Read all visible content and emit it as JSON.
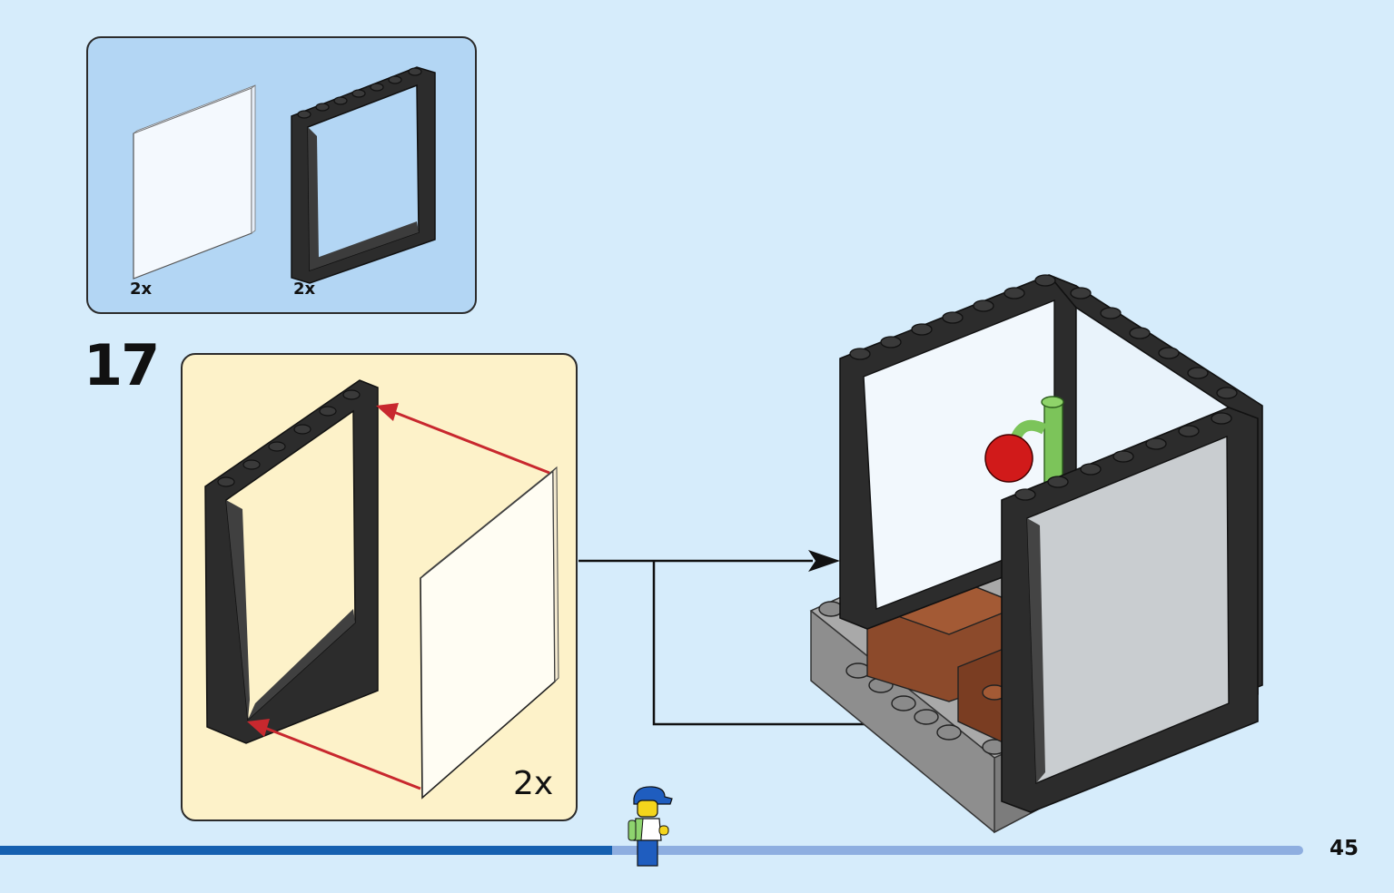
{
  "step": {
    "number": "17"
  },
  "parts_list": {
    "items": [
      {
        "part": "transparent-glass-panel-icon",
        "quantity": "2x"
      },
      {
        "part": "black-window-frame-icon",
        "quantity": "2x"
      }
    ]
  },
  "sub_assembly": {
    "quantity": "2x"
  },
  "page": {
    "number": "45"
  },
  "colors": {
    "background": "#d6ecfb",
    "parts_panel": "#b3d6f4",
    "sub_assembly_panel": "#fdf2c9",
    "frame": "#2c2c2c",
    "arrow": "#c8282e",
    "progress_done": "#1560b0",
    "progress_remaining": "#8eaee0"
  },
  "progress": {
    "fraction_complete": 0.47
  }
}
